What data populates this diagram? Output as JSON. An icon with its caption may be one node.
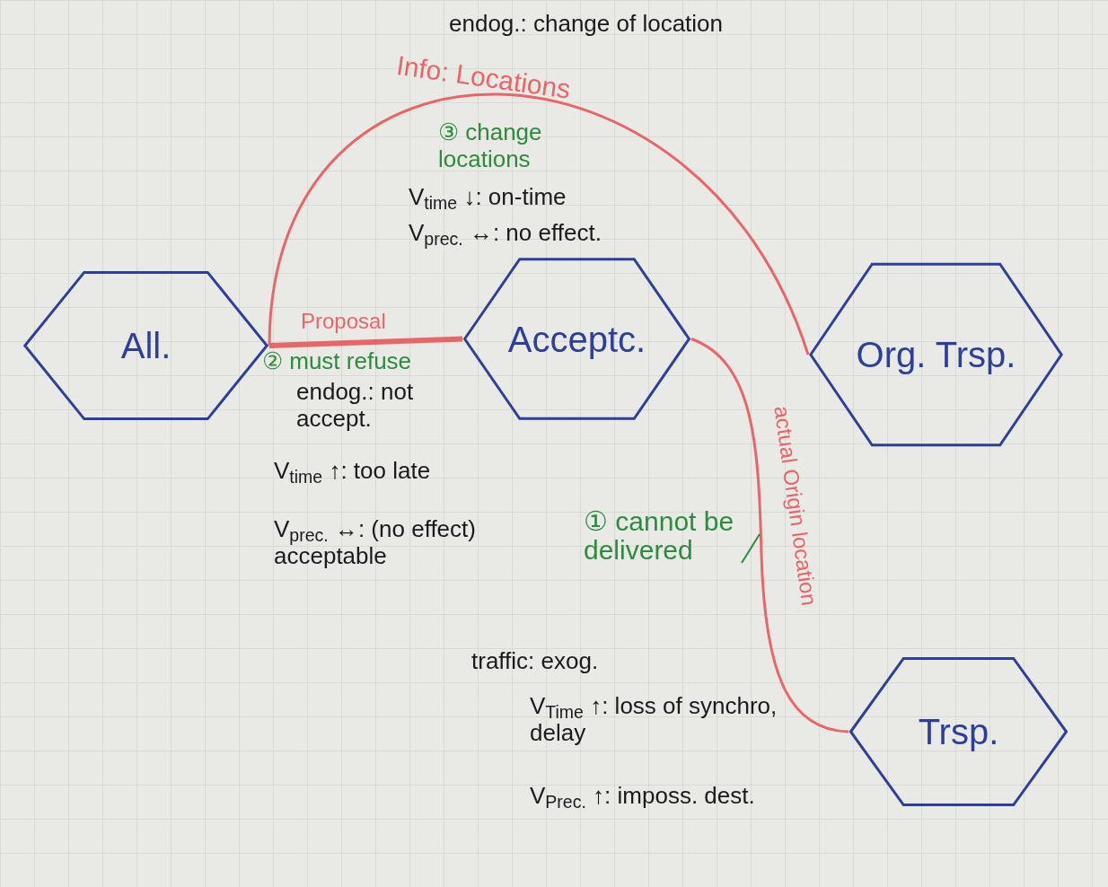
{
  "diagram": {
    "nodes": [
      {
        "text": [
          "All."
        ]
      },
      {
        "text": [
          "Acceptc."
        ]
      },
      {
        "text": [
          "Org. Trsp."
        ]
      },
      {
        "text": [
          "Trsp."
        ]
      },
      {
        "text": [
          "① cannot be delivered"
        ]
      }
    ],
    "edges": [
      {
        "from": 0,
        "to": 2,
        "arrow": "none",
        "label": "Info: Locations"
      },
      {
        "from": 0,
        "to": 1,
        "arrow": "none",
        "label": "Proposal",
        "style": "thick"
      },
      {
        "from": 1,
        "to": 3,
        "arrow": "none",
        "label": "actual Origin location"
      },
      {
        "from": 4,
        "to": null,
        "arrow": "none",
        "color": "#2e8b3e"
      }
    ],
    "labels": [
      "endog.: change of location",
      "③ change locations",
      "V$_{time}$ ↓: on-time",
      "V$_{prec.}$ ↔: no effect.",
      "② must refuse",
      "endog.: not accept.",
      "V$_{time}$ ↑: too late",
      "V$_{prec.}$ ↔: (no effect) acceptable",
      "traffic: exog.",
      "V$_{Time}$ ↑: loss of synchro, delay",
      "V$_{Prec.}$ ↑: imposs. dest."
    ]
  }
}
